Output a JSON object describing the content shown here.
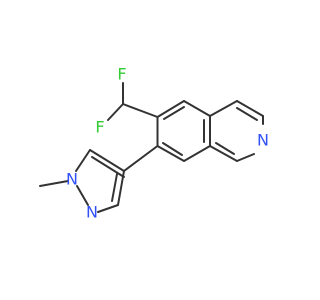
{
  "molecule": {
    "atoms": [
      {
        "id": "F1",
        "element": "F"
      },
      {
        "id": "F2",
        "element": "F"
      },
      {
        "id": "N_isoq",
        "element": "N"
      },
      {
        "id": "N1_pyr",
        "element": "N"
      },
      {
        "id": "N2_pyr",
        "element": "N"
      }
    ],
    "colors": {
      "bond": "#333333",
      "F": "#33cc33",
      "N": "#3050f8"
    }
  }
}
